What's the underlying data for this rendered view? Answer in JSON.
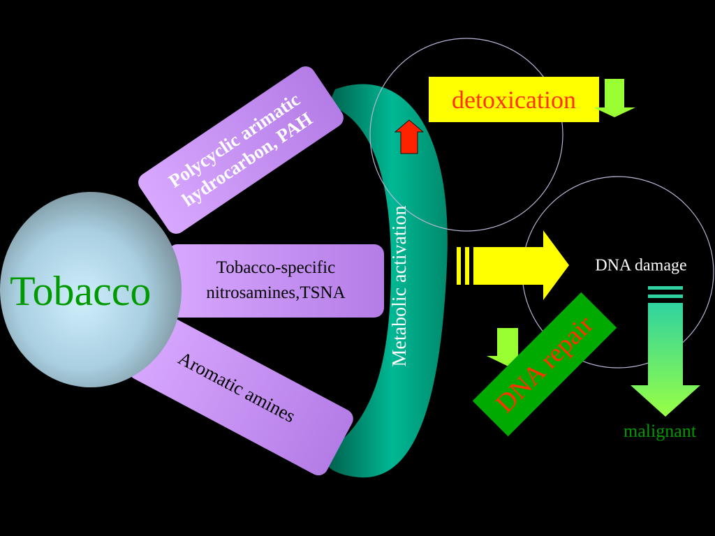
{
  "diagram": {
    "source": "Tobacco",
    "carcinogens": [
      {
        "line1": "Polycyclic arimatic",
        "line2": "hydrocarbon, PAH"
      },
      {
        "line1": "Tobacco-specific",
        "line2": "nitrosamines,TSNA"
      },
      {
        "line1": "Aromatic amines"
      }
    ],
    "process": "Metabolic activation",
    "detox": "detoxication",
    "damage": "DNA damage",
    "repair": "DNA repair",
    "outcome": "malignant"
  },
  "colors": {
    "background": "#000000",
    "tobacco_text": "#009900",
    "pill_fill": "#c48bf0",
    "band_fill": "#00a383",
    "detox_box": "#ffff00",
    "detox_text": "#ff3300",
    "arrow_yellow": "#ffff00",
    "arrow_green": "#99ff33",
    "arrow_up_red": "#ff2200",
    "repair_box": "#00aa00",
    "repair_text": "#ff3300",
    "malignant_text": "#009900"
  },
  "icons": [
    "arrow-up-icon",
    "arrow-down-icon",
    "arrow-right-icon"
  ]
}
